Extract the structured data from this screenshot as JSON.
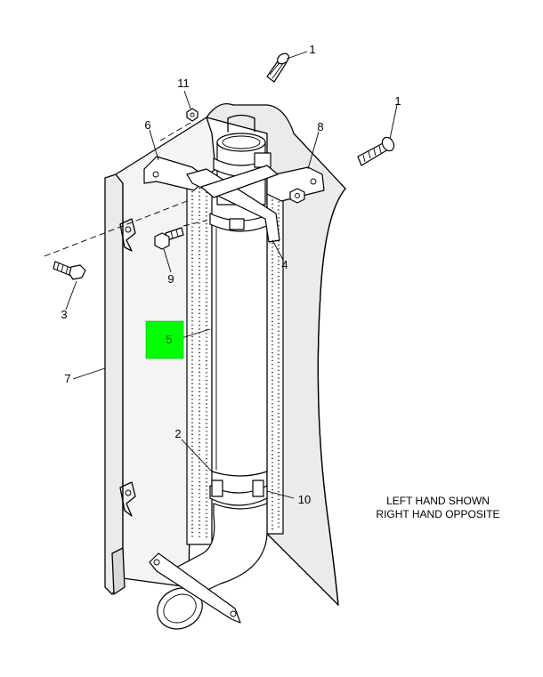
{
  "diagram": {
    "callouts": {
      "c1a": "1",
      "c1b": "1",
      "c2": "2",
      "c3": "3",
      "c4": "4",
      "c6": "6",
      "c7": "7",
      "c8": "8",
      "c9": "9",
      "c10": "10",
      "c11": "11"
    },
    "highlight": {
      "label": "5",
      "color": "#00ff00"
    },
    "note": {
      "line1": "LEFT HAND SHOWN",
      "line2": "RIGHT HAND OPPOSITE"
    }
  }
}
